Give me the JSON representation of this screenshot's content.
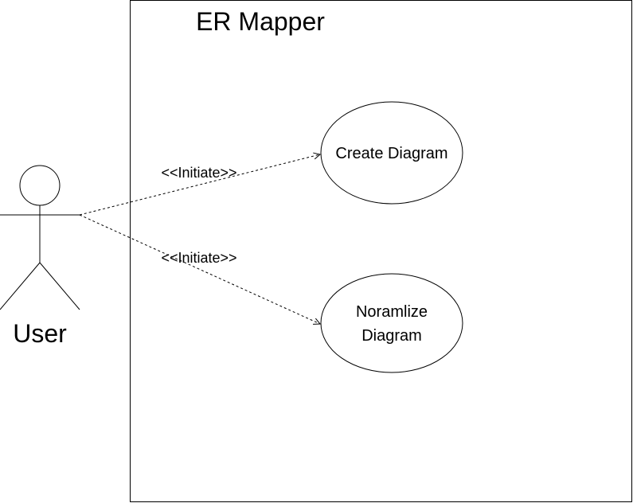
{
  "system": {
    "title": "ER Mapper"
  },
  "actor": {
    "name": "User"
  },
  "use_cases": [
    {
      "label_lines": [
        "Create Diagram"
      ]
    },
    {
      "label_lines": [
        "Noramlize",
        "Diagram"
      ]
    }
  ],
  "associations": [
    {
      "stereotype": "<<Initiate>>"
    },
    {
      "stereotype": "<<Initiate>>"
    }
  ],
  "colors": {
    "stroke": "#000000",
    "background": "#ffffff"
  }
}
